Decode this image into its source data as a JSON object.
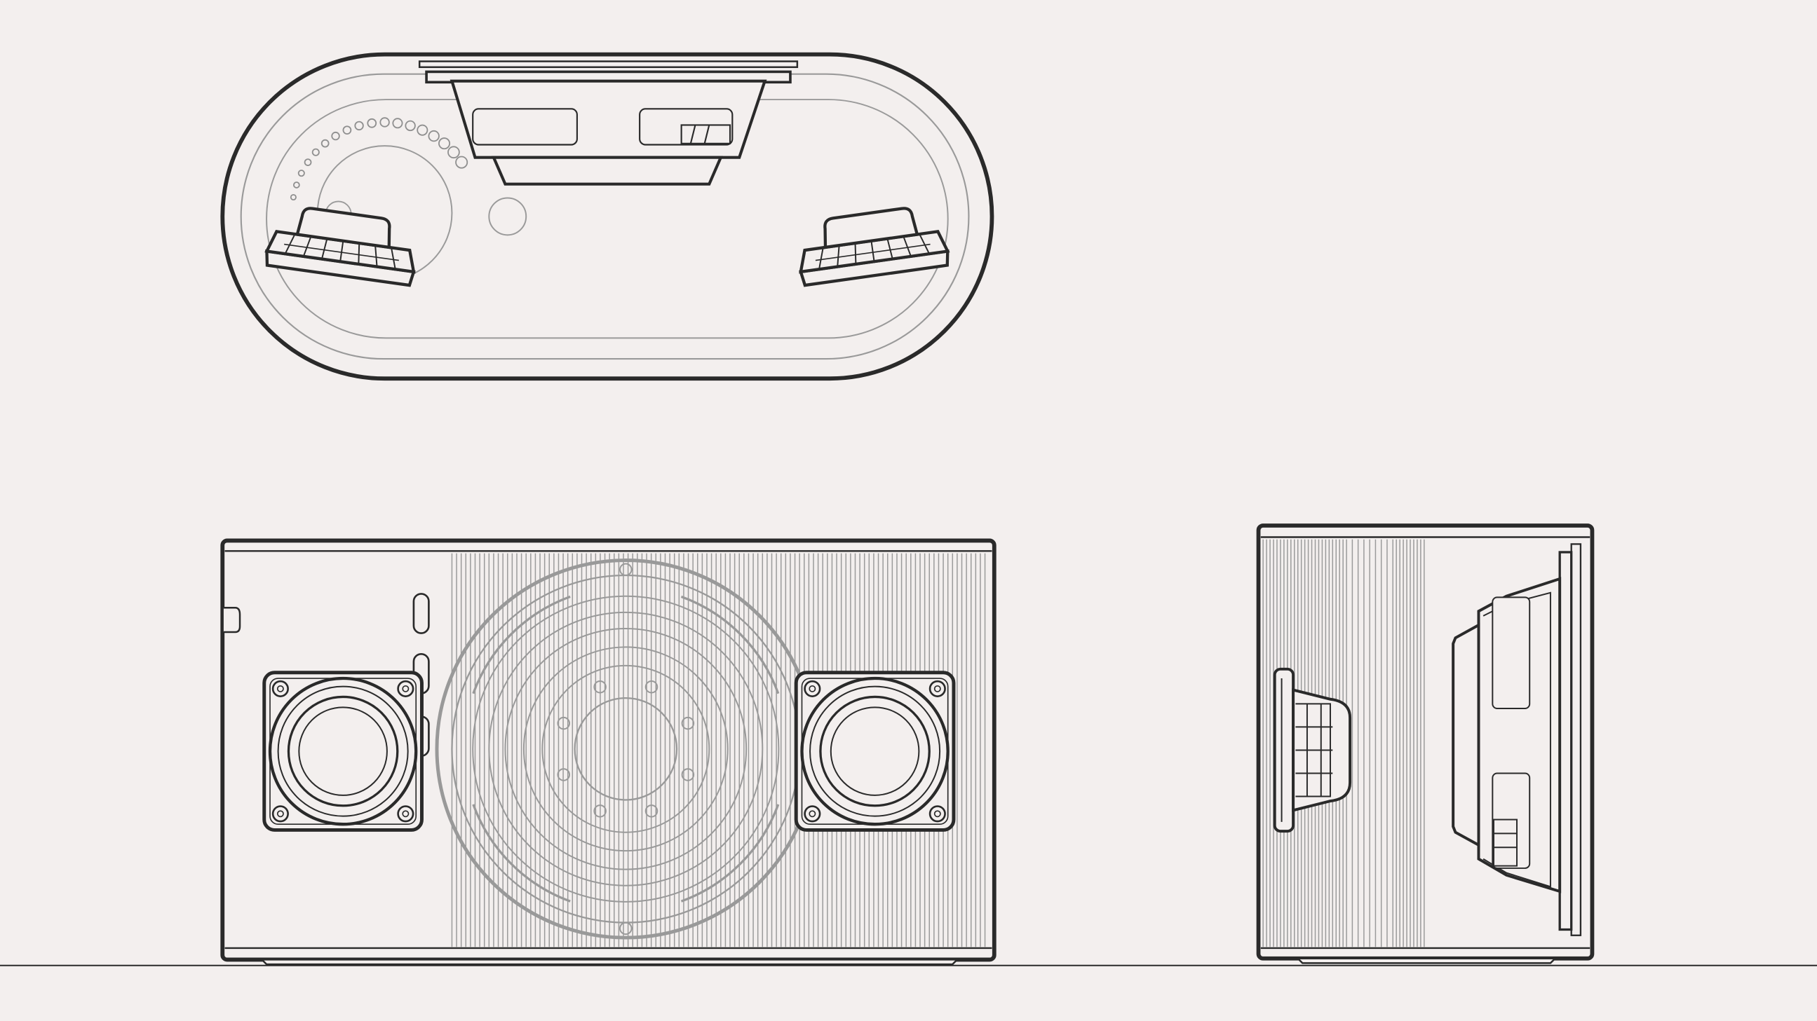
{
  "colors": {
    "background": "#f3efee",
    "outline": "#2a2a2a",
    "thin_line": "#8f8f8f",
    "grille_line": "#9a9a9a",
    "woofer_grey": "#999999"
  },
  "views": {
    "top": {
      "subject": "speaker-top-view"
    },
    "front": {
      "subject": "speaker-front-view"
    },
    "side": {
      "subject": "speaker-side-view"
    }
  },
  "labels": {
    "woofer_logo": "",
    "tag": ""
  }
}
